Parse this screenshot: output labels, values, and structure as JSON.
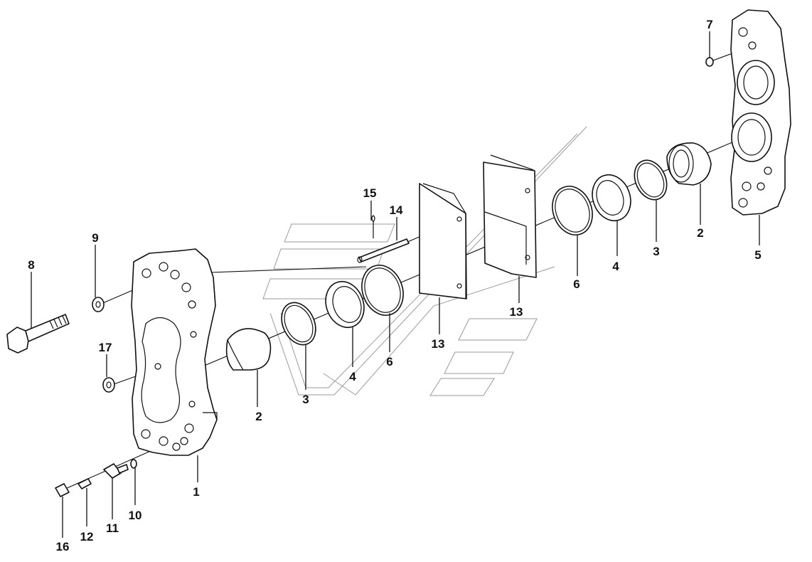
{
  "diagram": {
    "callouts": [
      {
        "id": "c1",
        "text": "1"
      },
      {
        "id": "c2a",
        "text": "2"
      },
      {
        "id": "c2b",
        "text": "2"
      },
      {
        "id": "c3a",
        "text": "3"
      },
      {
        "id": "c3b",
        "text": "3"
      },
      {
        "id": "c4a",
        "text": "4"
      },
      {
        "id": "c4b",
        "text": "4"
      },
      {
        "id": "c5",
        "text": "5"
      },
      {
        "id": "c6a",
        "text": "6"
      },
      {
        "id": "c6b",
        "text": "6"
      },
      {
        "id": "c7",
        "text": "7"
      },
      {
        "id": "c8",
        "text": "8"
      },
      {
        "id": "c9",
        "text": "9"
      },
      {
        "id": "c10",
        "text": "10"
      },
      {
        "id": "c11",
        "text": "11"
      },
      {
        "id": "c12",
        "text": "12"
      },
      {
        "id": "c13a",
        "text": "13"
      },
      {
        "id": "c13b",
        "text": "13"
      },
      {
        "id": "c14",
        "text": "14"
      },
      {
        "id": "c15",
        "text": "15"
      },
      {
        "id": "c16",
        "text": "16"
      },
      {
        "id": "c17",
        "text": "17"
      }
    ]
  }
}
